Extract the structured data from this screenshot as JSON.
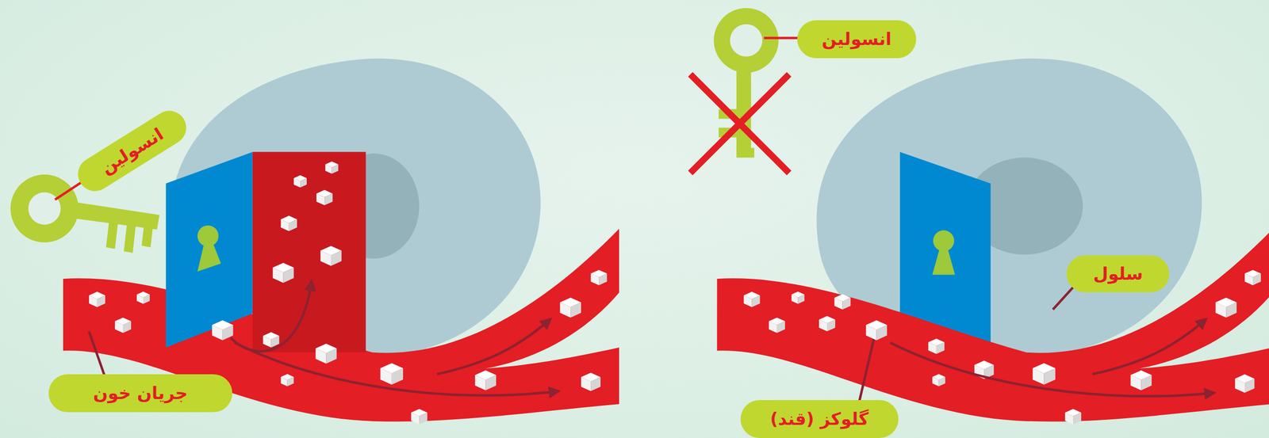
{
  "diagram": {
    "nodes": [
      {
        "text": [
          "انسولین"
        ]
      },
      {
        "text": [
          "جریان خون"
        ]
      },
      {
        "text": [
          "انسولین"
        ]
      },
      {
        "text": [
          "سلول"
        ]
      },
      {
        "text": [
          "گلوکز (قند)"
        ]
      }
    ]
  }
}
